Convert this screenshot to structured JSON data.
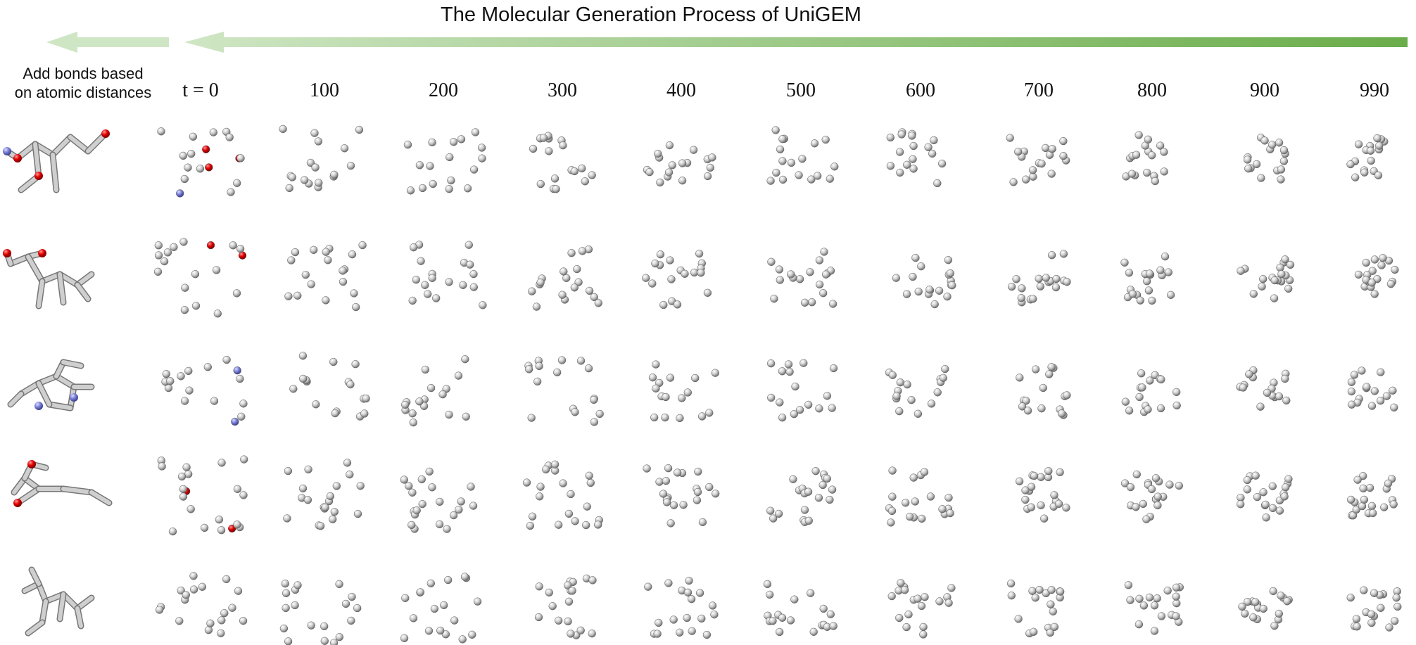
{
  "title": "The Molecular Generation Process of UniGEM",
  "annotation_lines": [
    "Add bonds based",
    "on atomic distances"
  ],
  "timesteps": [
    "t = 0",
    "100",
    "200",
    "300",
    "400",
    "500",
    "600",
    "700",
    "800",
    "900",
    "990"
  ],
  "arrow_colors": {
    "light": "#cfe6c4",
    "dark": "#6aad4a"
  },
  "atom_colors": {
    "carbon": "#cfcfcf",
    "oxygen": "#e00000",
    "nitrogen": "#7a80d8"
  },
  "molecules": [
    {
      "row": 1,
      "heteroatoms_t0": {
        "oxygen": 3,
        "nitrogen": 1
      }
    },
    {
      "row": 2,
      "heteroatoms_t0": {
        "oxygen": 2,
        "nitrogen": 0
      }
    },
    {
      "row": 3,
      "heteroatoms_t0": {
        "oxygen": 0,
        "nitrogen": 2
      }
    },
    {
      "row": 4,
      "heteroatoms_t0": {
        "oxygen": 2,
        "nitrogen": 0
      }
    },
    {
      "row": 5,
      "heteroatoms_t0": {
        "oxygen": 0,
        "nitrogen": 0
      }
    }
  ]
}
